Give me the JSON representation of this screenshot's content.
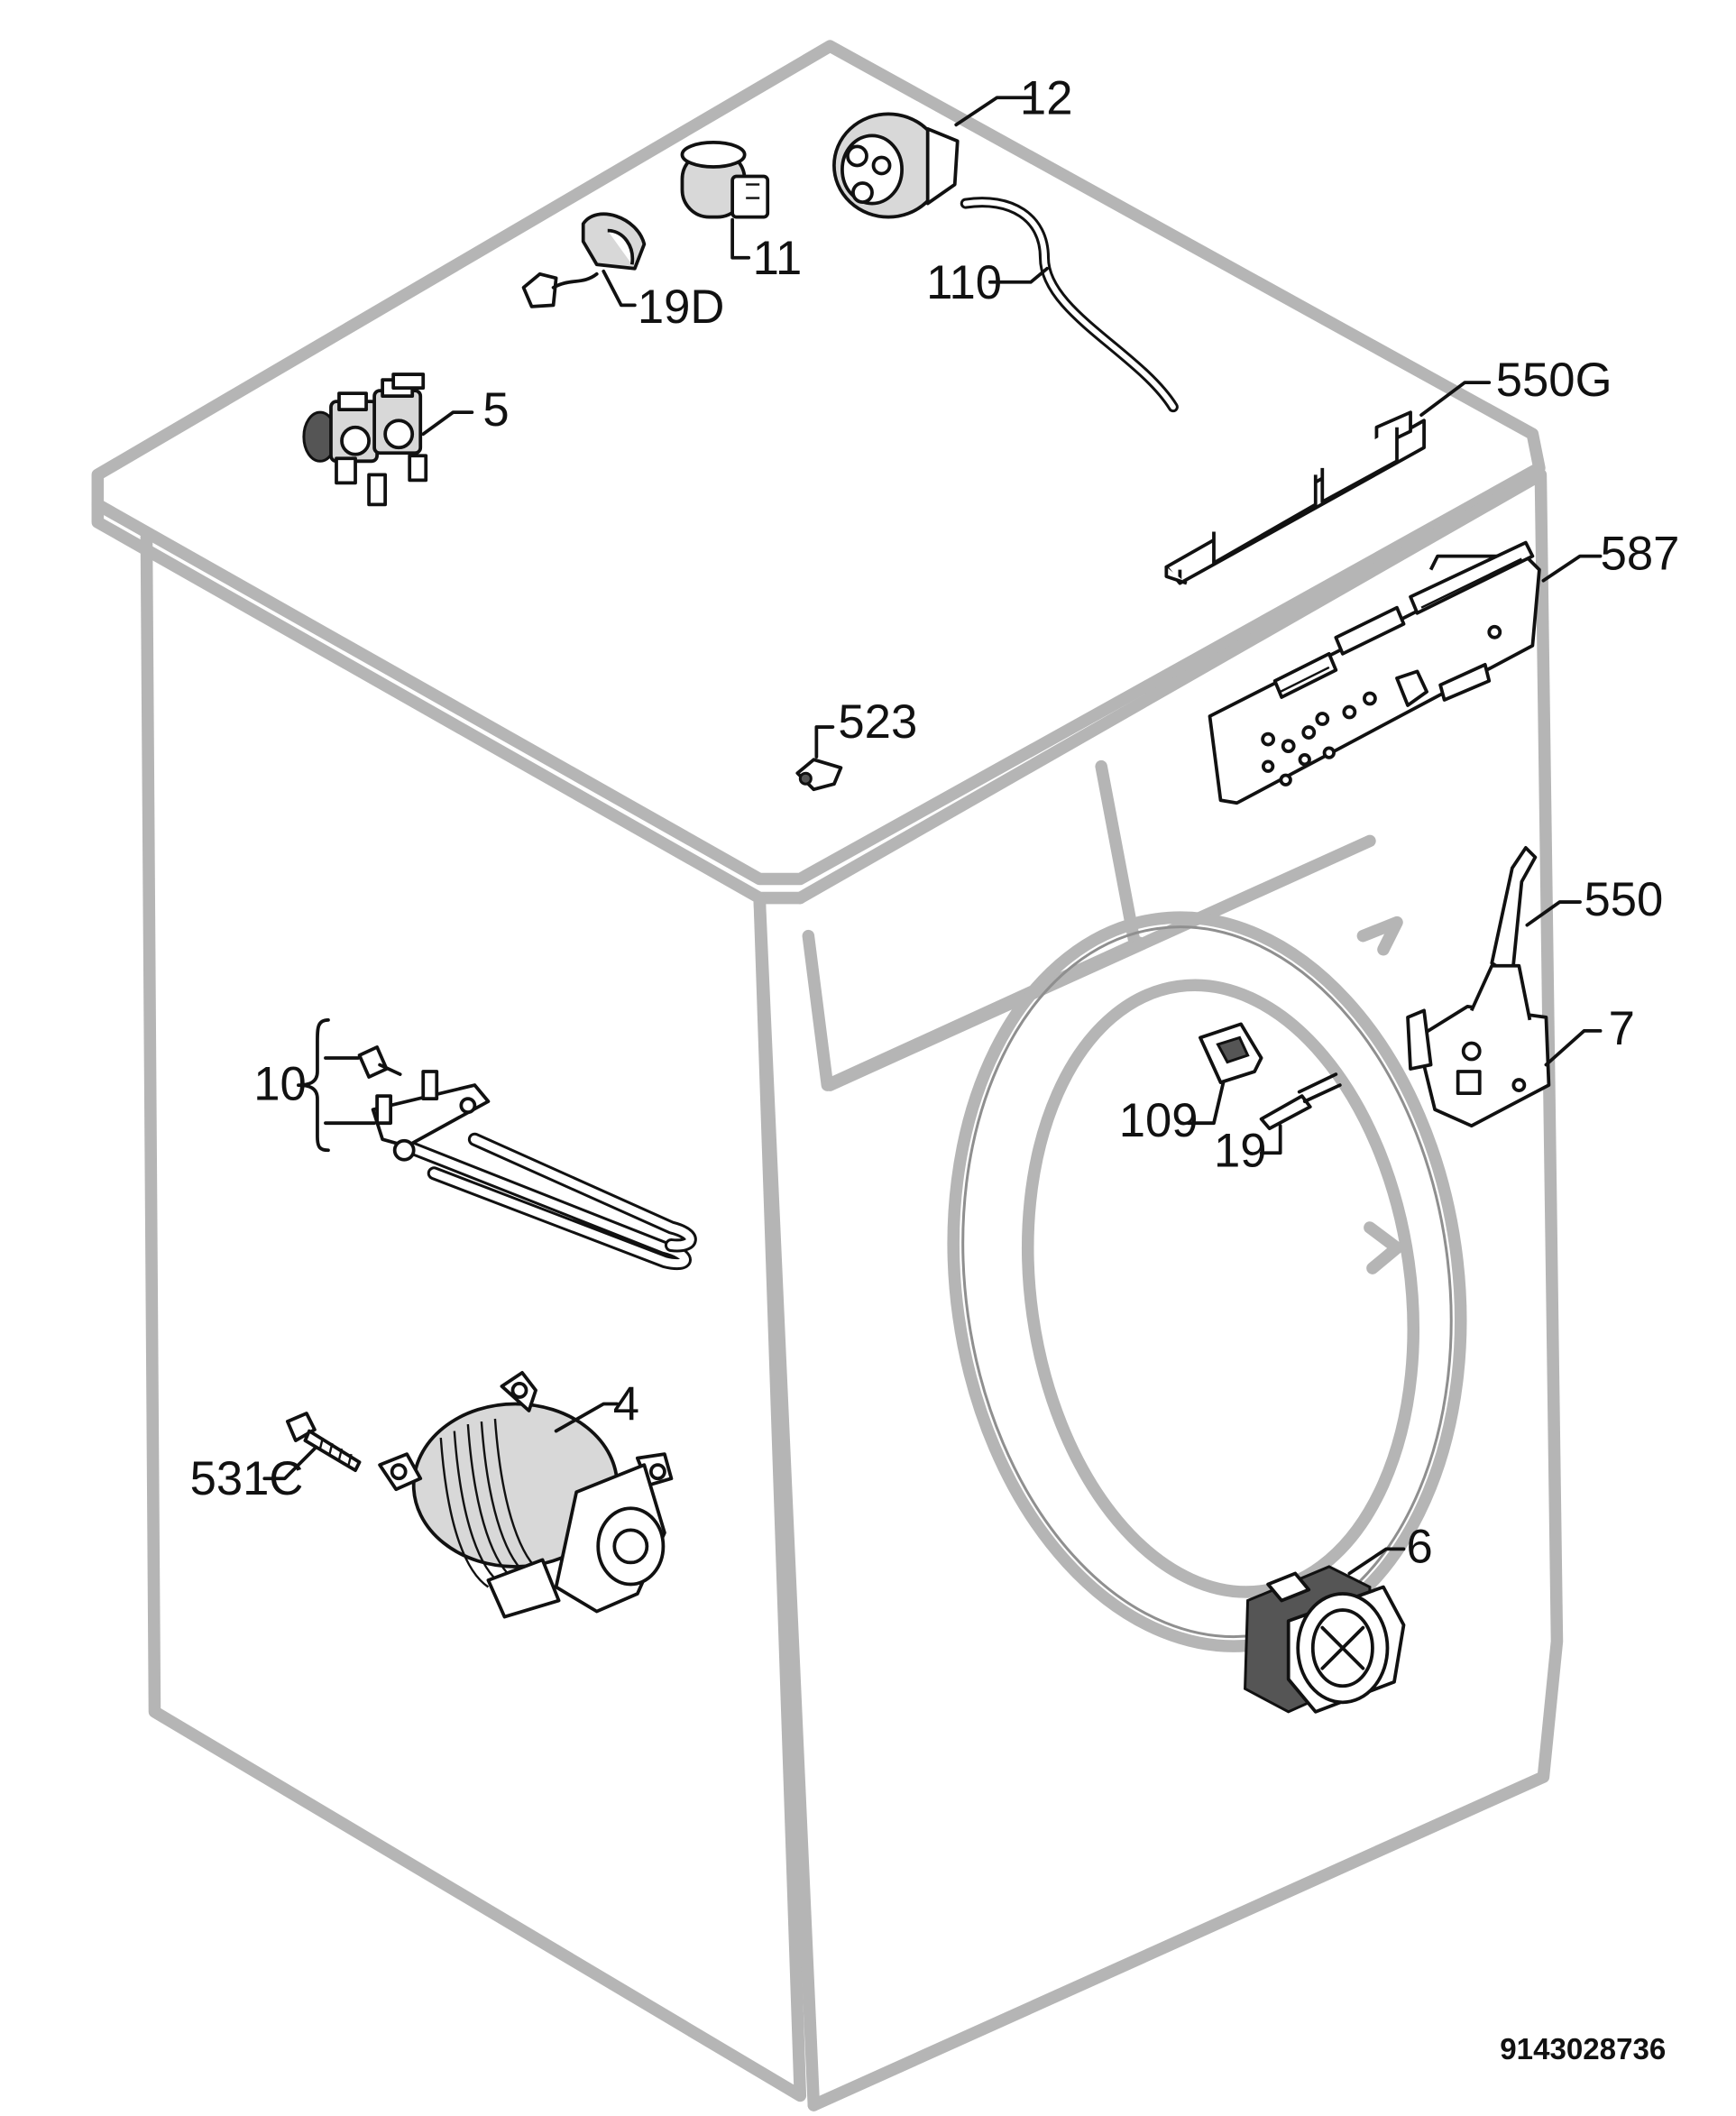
{
  "document_number": "9143028736",
  "parts": [
    {
      "key": "p12",
      "ref": "12"
    },
    {
      "key": "p11",
      "ref": "11"
    },
    {
      "key": "p110",
      "ref": "110"
    },
    {
      "key": "p19d",
      "ref": "19D"
    },
    {
      "key": "p5",
      "ref": "5"
    },
    {
      "key": "p550g",
      "ref": "550G"
    },
    {
      "key": "p587",
      "ref": "587"
    },
    {
      "key": "p523",
      "ref": "523"
    },
    {
      "key": "p550",
      "ref": "550"
    },
    {
      "key": "p7",
      "ref": "7"
    },
    {
      "key": "p10",
      "ref": "10"
    },
    {
      "key": "p109",
      "ref": "109"
    },
    {
      "key": "p19",
      "ref": "19"
    },
    {
      "key": "p4",
      "ref": "4"
    },
    {
      "key": "p531c",
      "ref": "531C"
    },
    {
      "key": "p6",
      "ref": "6"
    }
  ]
}
